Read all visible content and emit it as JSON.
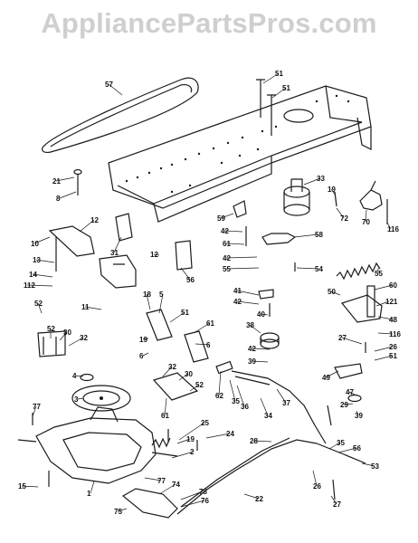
{
  "watermark": "AppliancePartsPros.com",
  "callouts": [
    {
      "n": "57"
    },
    {
      "n": "51"
    },
    {
      "n": "51"
    },
    {
      "n": "21"
    },
    {
      "n": "8"
    },
    {
      "n": "33"
    },
    {
      "n": "19"
    },
    {
      "n": "72"
    },
    {
      "n": "70"
    },
    {
      "n": "116"
    },
    {
      "n": "12"
    },
    {
      "n": "10"
    },
    {
      "n": "59"
    },
    {
      "n": "42"
    },
    {
      "n": "61"
    },
    {
      "n": "58"
    },
    {
      "n": "13"
    },
    {
      "n": "31"
    },
    {
      "n": "12"
    },
    {
      "n": "42"
    },
    {
      "n": "55"
    },
    {
      "n": "54"
    },
    {
      "n": "14"
    },
    {
      "n": "112"
    },
    {
      "n": "56"
    },
    {
      "n": "55"
    },
    {
      "n": "52"
    },
    {
      "n": "11"
    },
    {
      "n": "41"
    },
    {
      "n": "42"
    },
    {
      "n": "50"
    },
    {
      "n": "60"
    },
    {
      "n": "121"
    },
    {
      "n": "40"
    },
    {
      "n": "18"
    },
    {
      "n": "5"
    },
    {
      "n": "48"
    },
    {
      "n": "52"
    },
    {
      "n": "30"
    },
    {
      "n": "32"
    },
    {
      "n": "51"
    },
    {
      "n": "38"
    },
    {
      "n": "116"
    },
    {
      "n": "19"
    },
    {
      "n": "6"
    },
    {
      "n": "27"
    },
    {
      "n": "61"
    },
    {
      "n": "42"
    },
    {
      "n": "26"
    },
    {
      "n": "6"
    },
    {
      "n": "51"
    },
    {
      "n": "39"
    },
    {
      "n": "4"
    },
    {
      "n": "32"
    },
    {
      "n": "30"
    },
    {
      "n": "52"
    },
    {
      "n": "62"
    },
    {
      "n": "35"
    },
    {
      "n": "36"
    },
    {
      "n": "49"
    },
    {
      "n": "3"
    },
    {
      "n": "61"
    },
    {
      "n": "37"
    },
    {
      "n": "34"
    },
    {
      "n": "47"
    },
    {
      "n": "29"
    },
    {
      "n": "39"
    },
    {
      "n": "77"
    },
    {
      "n": "25"
    },
    {
      "n": "19"
    },
    {
      "n": "24"
    },
    {
      "n": "2"
    },
    {
      "n": "28"
    },
    {
      "n": "35"
    },
    {
      "n": "56"
    },
    {
      "n": "53"
    },
    {
      "n": "77"
    },
    {
      "n": "15"
    },
    {
      "n": "1"
    },
    {
      "n": "74"
    },
    {
      "n": "78"
    },
    {
      "n": "76"
    },
    {
      "n": "75"
    },
    {
      "n": "22"
    },
    {
      "n": "26"
    },
    {
      "n": "27"
    }
  ]
}
